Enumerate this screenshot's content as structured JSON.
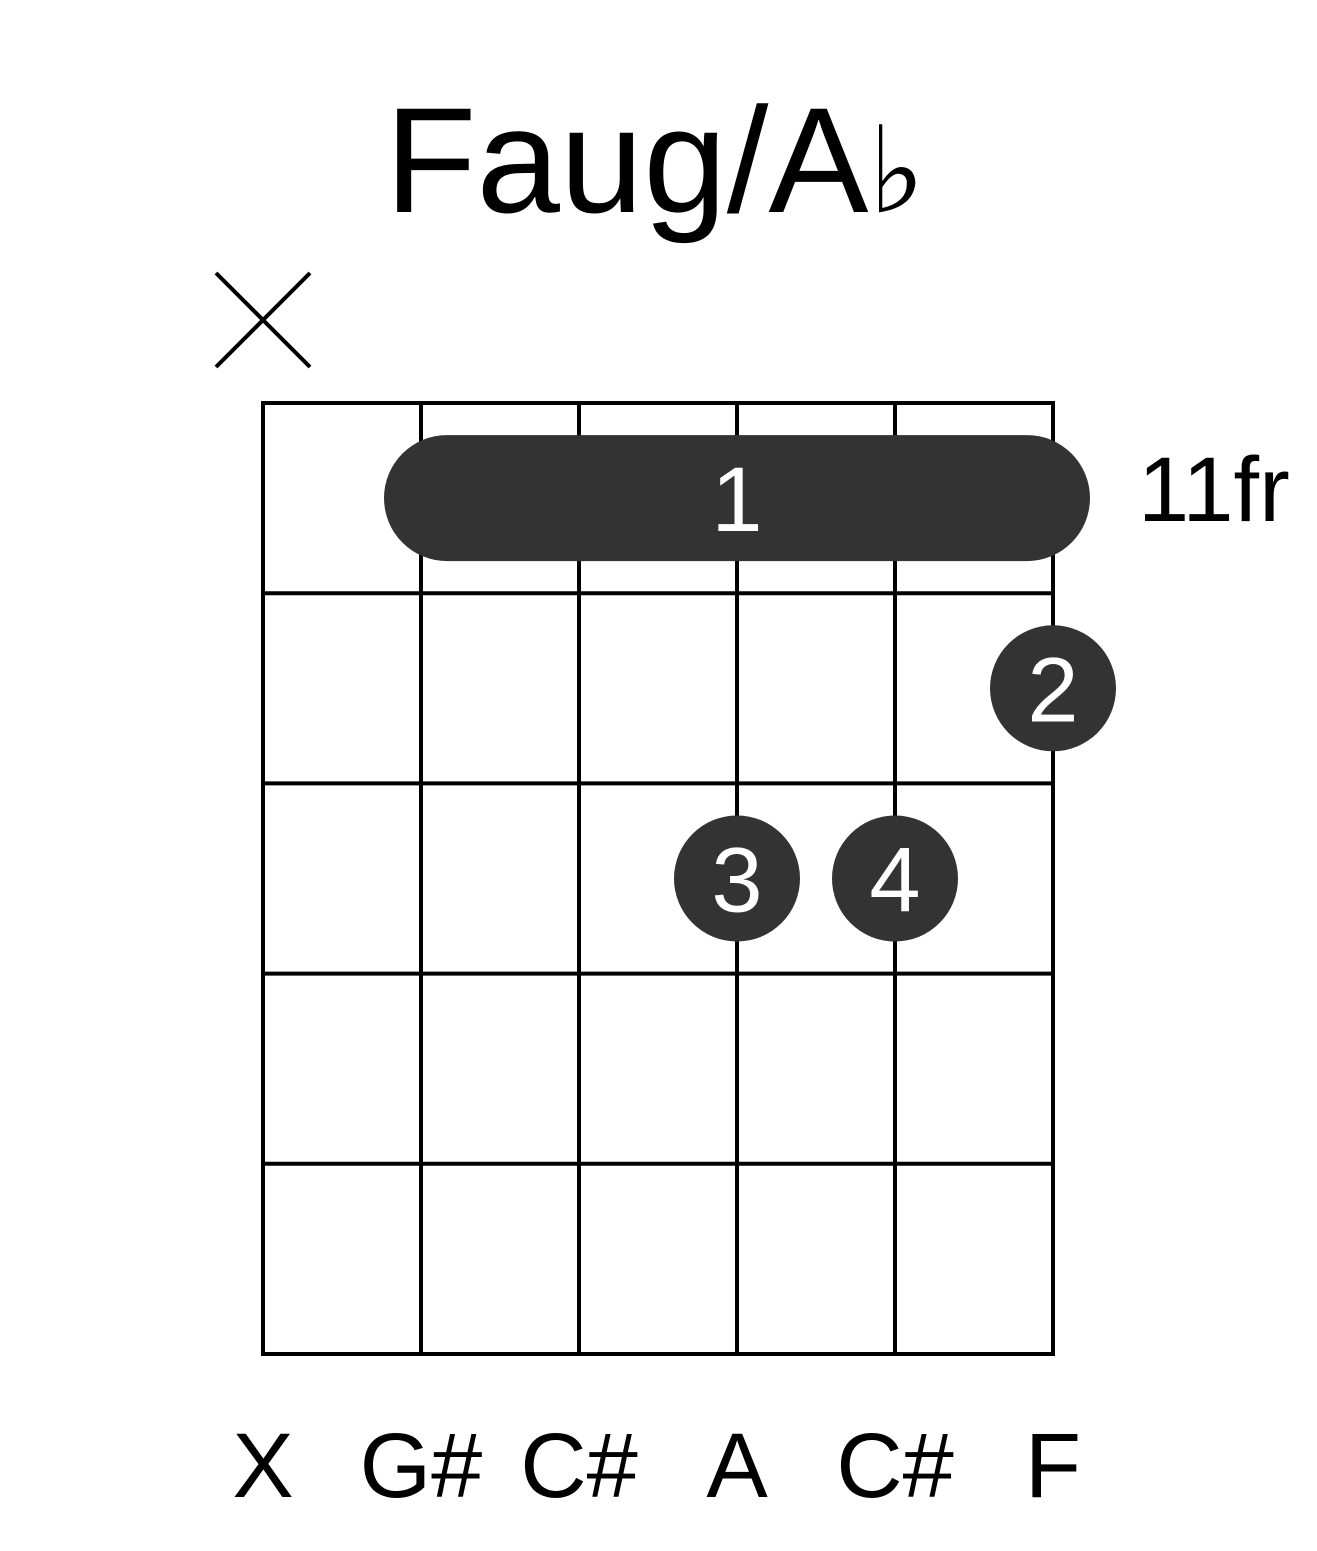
{
  "chord": {
    "name": "Faug/A",
    "flat_symbol": "♭",
    "fret_label": "11fr",
    "strings": 6,
    "frets_shown": 5,
    "muted_strings": [
      1
    ],
    "barre": {
      "fret": 1,
      "from_string": 2,
      "to_string": 6,
      "finger": "1"
    },
    "fingers": [
      {
        "string": 6,
        "fret": 2,
        "finger": "2"
      },
      {
        "string": 4,
        "fret": 3,
        "finger": "3"
      },
      {
        "string": 5,
        "fret": 3,
        "finger": "4"
      }
    ],
    "string_notes": [
      "X",
      "G#",
      "C#",
      "A",
      "C#",
      "F"
    ]
  },
  "colors": {
    "mark": "#333333",
    "finger_text": "#ffffff",
    "lines": "#000000",
    "background": "#ffffff"
  }
}
